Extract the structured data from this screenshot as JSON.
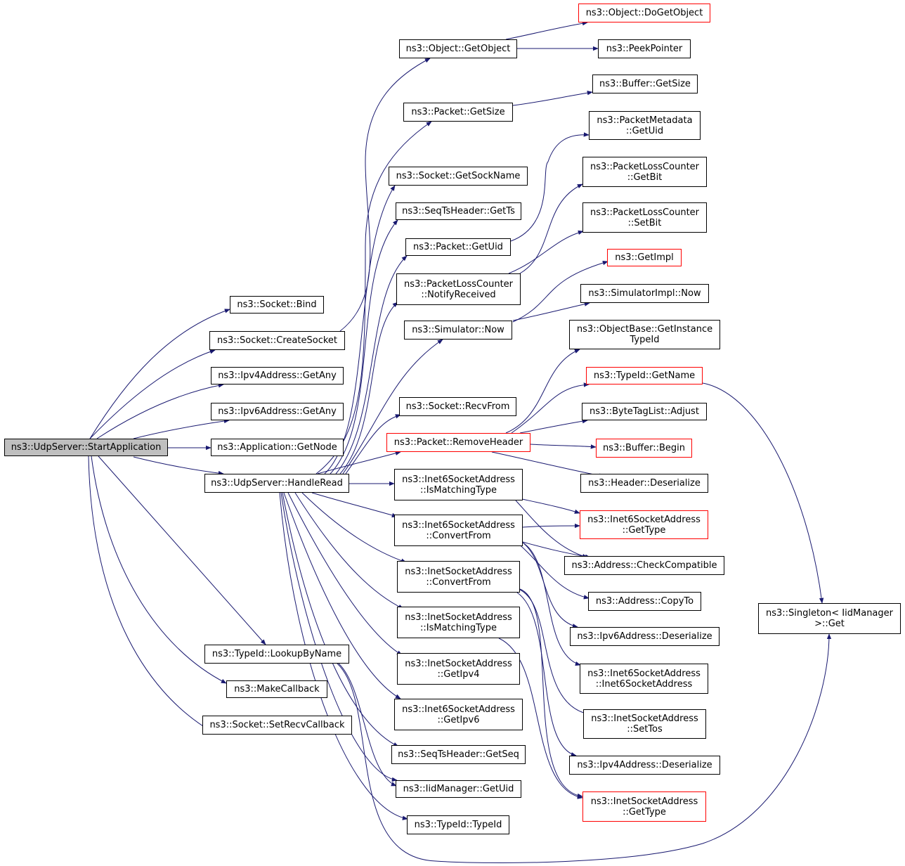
{
  "colors": {
    "edge": "#191970",
    "node_border": "#000000",
    "node_border_incomplete": "#ff0000",
    "root_fill": "#bfbfbf"
  },
  "nodes": [
    {
      "id": "startapp",
      "lines": [
        "ns3::UdpServer::StartApplication"
      ]
    },
    {
      "id": "bind",
      "lines": [
        "ns3::Socket::Bind"
      ]
    },
    {
      "id": "createsocket",
      "lines": [
        "ns3::Socket::CreateSocket"
      ]
    },
    {
      "id": "ipv4any",
      "lines": [
        "ns3::Ipv4Address::GetAny"
      ]
    },
    {
      "id": "ipv6any",
      "lines": [
        "ns3::Ipv6Address::GetAny"
      ]
    },
    {
      "id": "getnode",
      "lines": [
        "ns3::Application::GetNode"
      ]
    },
    {
      "id": "handleread",
      "lines": [
        "ns3::UdpServer::HandleRead"
      ]
    },
    {
      "id": "lookupbyname",
      "lines": [
        "ns3::TypeId::LookupByName"
      ]
    },
    {
      "id": "makecallback",
      "lines": [
        "ns3::MakeCallback"
      ]
    },
    {
      "id": "setrecvcb",
      "lines": [
        "ns3::Socket::SetRecvCallback"
      ]
    },
    {
      "id": "getobject",
      "lines": [
        "ns3::Object::GetObject"
      ]
    },
    {
      "id": "pktgetsize",
      "lines": [
        "ns3::Packet::GetSize"
      ]
    },
    {
      "id": "getsockname",
      "lines": [
        "ns3::Socket::GetSockName"
      ]
    },
    {
      "id": "seqgetts",
      "lines": [
        "ns3::SeqTsHeader::GetTs"
      ]
    },
    {
      "id": "pktgetuid",
      "lines": [
        "ns3::Packet::GetUid"
      ]
    },
    {
      "id": "notifyrecv",
      "lines": [
        "ns3::PacketLossCounter",
        "::NotifyReceived"
      ]
    },
    {
      "id": "simnow",
      "lines": [
        "ns3::Simulator::Now"
      ]
    },
    {
      "id": "recvfrom",
      "lines": [
        "ns3::Socket::RecvFrom"
      ]
    },
    {
      "id": "removeheader",
      "lines": [
        "ns3::Packet::RemoveHeader"
      ]
    },
    {
      "id": "i6ismatch",
      "lines": [
        "ns3::Inet6SocketAddress",
        "::IsMatchingType"
      ]
    },
    {
      "id": "i6convert",
      "lines": [
        "ns3::Inet6SocketAddress",
        "::ConvertFrom"
      ]
    },
    {
      "id": "i4convert",
      "lines": [
        "ns3::InetSocketAddress",
        "::ConvertFrom"
      ]
    },
    {
      "id": "i4ismatch",
      "lines": [
        "ns3::InetSocketAddress",
        "::IsMatchingType"
      ]
    },
    {
      "id": "i4getipv4",
      "lines": [
        "ns3::InetSocketAddress",
        "::GetIpv4"
      ]
    },
    {
      "id": "i6getipv6",
      "lines": [
        "ns3::Inet6SocketAddress",
        "::GetIpv6"
      ]
    },
    {
      "id": "seqgetseq",
      "lines": [
        "ns3::SeqTsHeader::GetSeq"
      ]
    },
    {
      "id": "iidgetuid",
      "lines": [
        "ns3::IidManager::GetUid"
      ]
    },
    {
      "id": "typeidtypeid",
      "lines": [
        "ns3::TypeId::TypeId"
      ]
    },
    {
      "id": "dogetobject",
      "lines": [
        "ns3::Object::DoGetObject"
      ]
    },
    {
      "id": "peekpointer",
      "lines": [
        "ns3::PeekPointer"
      ]
    },
    {
      "id": "bufgetsize",
      "lines": [
        "ns3::Buffer::GetSize"
      ]
    },
    {
      "id": "pmgetuid",
      "lines": [
        "ns3::PacketMetadata",
        "::GetUid"
      ]
    },
    {
      "id": "plcgetbit",
      "lines": [
        "ns3::PacketLossCounter",
        "::GetBit"
      ]
    },
    {
      "id": "plcsetbit",
      "lines": [
        "ns3::PacketLossCounter",
        "::SetBit"
      ]
    },
    {
      "id": "getimpl",
      "lines": [
        "ns3::GetImpl"
      ]
    },
    {
      "id": "simimplnow",
      "lines": [
        "ns3::SimulatorImpl::Now"
      ]
    },
    {
      "id": "objbasegettid",
      "lines": [
        "ns3::ObjectBase::GetInstance",
        "TypeId"
      ]
    },
    {
      "id": "tidgetname",
      "lines": [
        "ns3::TypeId::GetName"
      ]
    },
    {
      "id": "btladjust",
      "lines": [
        "ns3::ByteTagList::Adjust"
      ]
    },
    {
      "id": "bufbegin",
      "lines": [
        "ns3::Buffer::Begin"
      ]
    },
    {
      "id": "hdrdeser",
      "lines": [
        "ns3::Header::Deserialize"
      ]
    },
    {
      "id": "i6gettype",
      "lines": [
        "ns3::Inet6SocketAddress",
        "::GetType"
      ]
    },
    {
      "id": "addrcheck",
      "lines": [
        "ns3::Address::CheckCompatible"
      ]
    },
    {
      "id": "addrcopyto",
      "lines": [
        "ns3::Address::CopyTo"
      ]
    },
    {
      "id": "ipv6deser",
      "lines": [
        "ns3::Ipv6Address::Deserialize"
      ]
    },
    {
      "id": "i6ctor",
      "lines": [
        "ns3::Inet6SocketAddress",
        "::Inet6SocketAddress"
      ]
    },
    {
      "id": "i4settos",
      "lines": [
        "ns3::InetSocketAddress",
        "::SetTos"
      ]
    },
    {
      "id": "ipv4deser",
      "lines": [
        "ns3::Ipv4Address::Deserialize"
      ]
    },
    {
      "id": "i4gettype",
      "lines": [
        "ns3::InetSocketAddress",
        "::GetType"
      ]
    },
    {
      "id": "singleton",
      "lines": [
        "ns3::Singleton< IidManager",
        ">::Get"
      ]
    }
  ]
}
